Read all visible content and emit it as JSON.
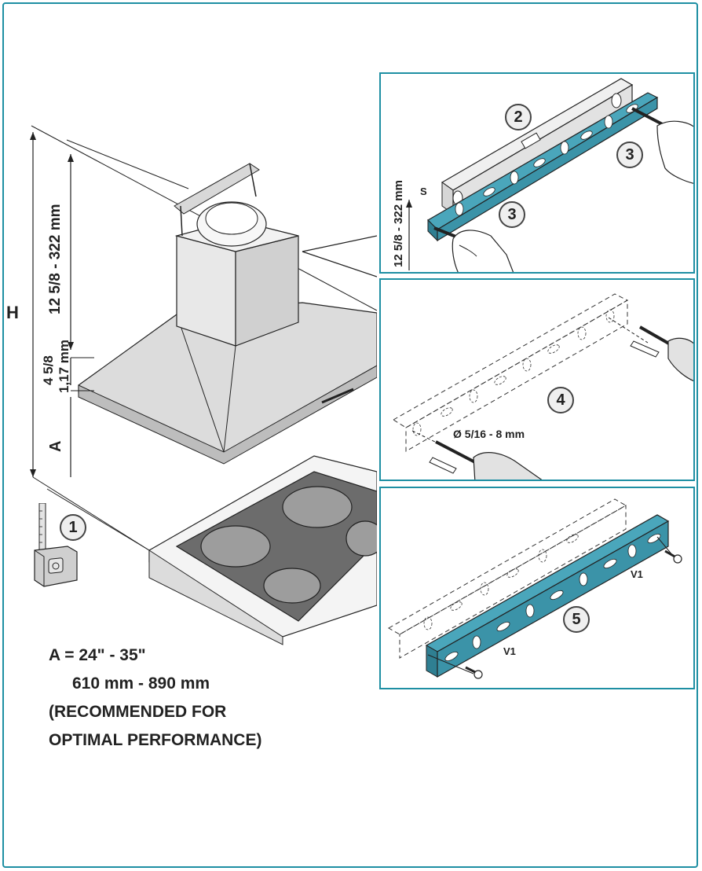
{
  "colors": {
    "frame": "#1e8fa3",
    "bracket": "#4aa6bb",
    "hood_metal": "#d9d9d9",
    "cooktop_glass": "#6a6a6a"
  },
  "main_diagram": {
    "dim_total_label": "H",
    "dim_chimney_label": "12 5/8 - 322 mm",
    "dim_hood_label_line1": "4 5/8",
    "dim_hood_label_line2": "1,17 mm",
    "dim_clearance_label": "A",
    "tape_measure_step": "1",
    "tape_measure_icon": "tape-measure-icon"
  },
  "notes": {
    "line1": "A = 24\" - 35\"",
    "line2": "610 mm - 890 mm",
    "line3": "(RECOMMENDED FOR",
    "line4": "OPTIMAL PERFORMANCE)"
  },
  "panel_level": {
    "step_level": "2",
    "step_mark_right": "3",
    "step_mark_left": "3",
    "bracket_label": "S",
    "height_label": "12 5/8 - 322 mm",
    "level_icon": "spirit-level-icon",
    "pencil_icon": "pencil-icon"
  },
  "panel_drill": {
    "step": "4",
    "hole_label": "Ø  5/16 - 8 mm",
    "drill_icon": "drill-icon",
    "plug_icon": "wall-plug-icon"
  },
  "panel_screw": {
    "step": "5",
    "screw_label_right": "V1",
    "screw_label_left": "V1",
    "screw_icon": "screw-icon"
  }
}
